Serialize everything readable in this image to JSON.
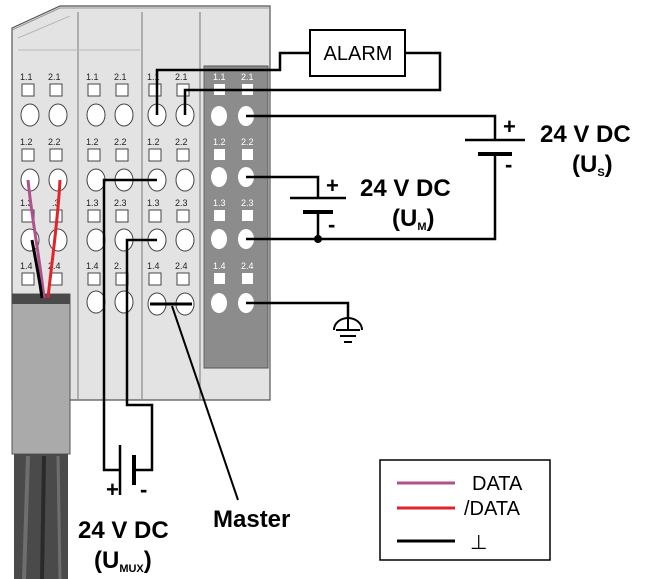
{
  "alarm": {
    "label": "ALARM"
  },
  "supplies": {
    "us": {
      "voltage": "24 V DC",
      "sym_open": "(U",
      "sym_sub": "S",
      "sym_close": ")",
      "plus": "+",
      "minus": "-"
    },
    "um": {
      "voltage": "24 V DC",
      "sym_open": "(U",
      "sym_sub": "M",
      "sym_close": ")",
      "plus": "+",
      "minus": "-"
    },
    "umux": {
      "voltage": "24 V DC",
      "sym_open": "(U",
      "sym_sub": "MUX",
      "sym_close": ")",
      "plus": "+",
      "minus": "-"
    }
  },
  "master": {
    "label": "Master"
  },
  "terminal_labels": {
    "r1": [
      "1.1",
      "2.1"
    ],
    "r2": [
      "1.2",
      "2.2"
    ],
    "r3": [
      "1.3",
      "2.3"
    ],
    "r4": [
      "1.4",
      "2.4"
    ],
    "b1_r3": [
      "1.3",
      ".3"
    ],
    "b2_r4": [
      "1.4",
      "2."
    ]
  },
  "legend": {
    "items": [
      {
        "label": "DATA",
        "color": "#b0508e"
      },
      {
        "label": "/DATA",
        "color": "#e2242a"
      },
      {
        "label": "⊥",
        "color": "#000000"
      }
    ]
  },
  "colors": {
    "module_light": "#e3e3e3",
    "module_dark": "#8c8c8c",
    "cable_jacket": "#aaaaaa",
    "cable_dark": "#4a4a4a"
  }
}
